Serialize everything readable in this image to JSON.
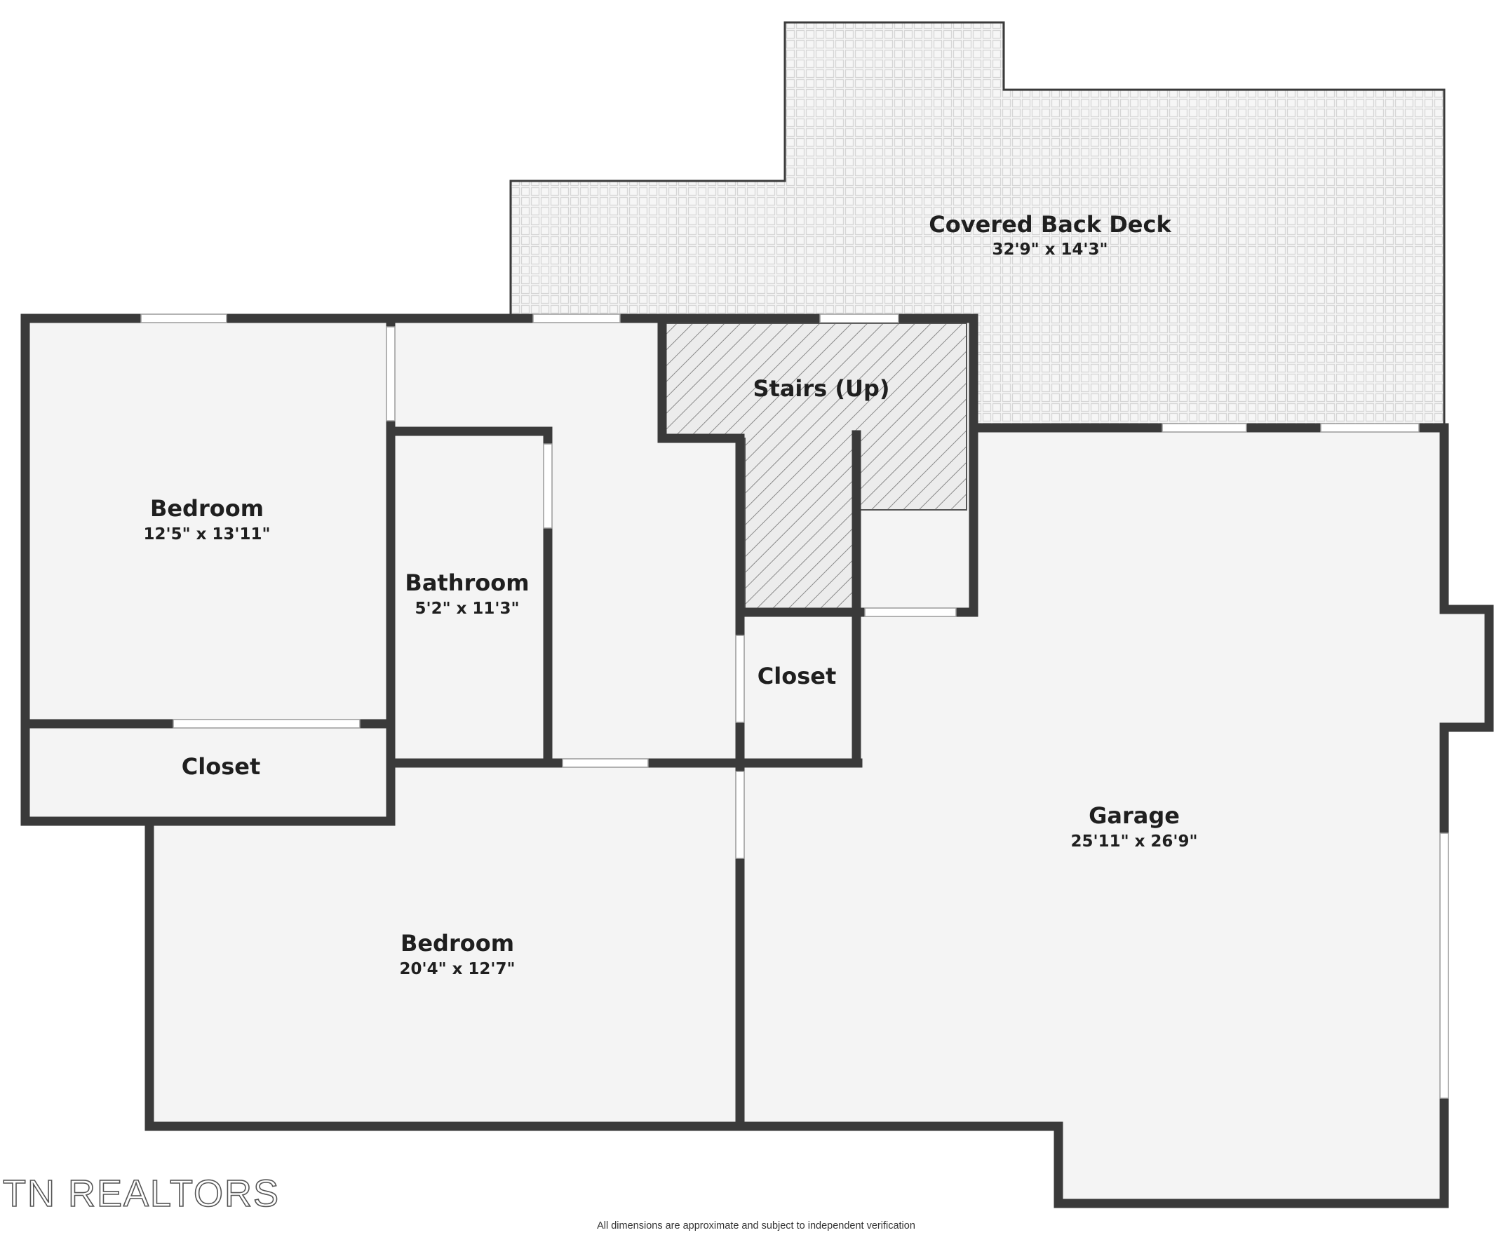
{
  "rooms": {
    "covered_back_deck": {
      "name": "Covered Back Deck",
      "dimensions": "32'9\" x 14'3\""
    },
    "stairs": {
      "name": "Stairs (Up)"
    },
    "bedroom_1": {
      "name": "Bedroom",
      "dimensions": "12'5\" x 13'11\""
    },
    "bathroom": {
      "name": "Bathroom",
      "dimensions": "5'2\" x 11'3\""
    },
    "closet_1": {
      "name": "Closet"
    },
    "closet_2": {
      "name": "Closet"
    },
    "bedroom_2": {
      "name": "Bedroom",
      "dimensions": "20'4\" x 12'7\""
    },
    "garage": {
      "name": "Garage",
      "dimensions": "25'11\" x 26'9\""
    }
  },
  "logo": {
    "text": "TN REALTORS"
  },
  "footnote": "All dimensions are approximate and subject to independent verification",
  "colors": {
    "wall": "#3a3a3a",
    "floor": "#f4f4f4",
    "deck_tile": "#d6d6d6",
    "stairs_hatch": "#888888"
  }
}
